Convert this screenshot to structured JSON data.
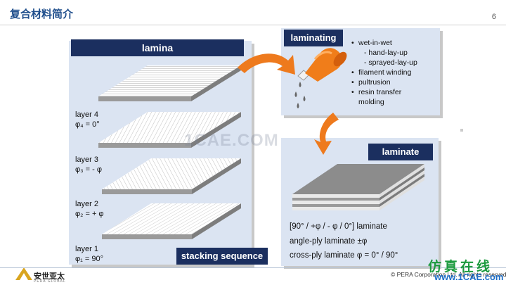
{
  "slide": {
    "title": "复合材料简介",
    "page_number": "6"
  },
  "lamina_panel": {
    "header": "lamina",
    "layers": [
      {
        "name": "layer 4",
        "angle": "φ₄ = 0°"
      },
      {
        "name": "layer 3",
        "angle": "φ₃ = - φ"
      },
      {
        "name": "layer 2",
        "angle": "φ₂ = + φ"
      },
      {
        "name": "layer 1",
        "angle": "φ₁ = 90°"
      }
    ],
    "stacking_label": "stacking sequence"
  },
  "laminating_panel": {
    "header": "laminating",
    "methods": [
      {
        "text": "wet-in-wet",
        "bullet": "•"
      },
      {
        "text": "- hand-lay-up"
      },
      {
        "text": "- sprayed-lay-up"
      },
      {
        "text": "filament winding",
        "bullet": "•"
      },
      {
        "text": "pultrusion",
        "bullet": "•"
      },
      {
        "text": "resin transfer",
        "bullet": "•"
      },
      {
        "text": "molding"
      }
    ]
  },
  "laminate_panel": {
    "header": "laminate",
    "formulas": [
      "[90° / +φ / - φ / 0°] laminate",
      "angle-ply laminate ±φ",
      "cross-ply laminate φ = 0° / 90°"
    ]
  },
  "watermark": "1CAE.COM",
  "footer": {
    "copyright": "© PERA Corporation Ltd. All rights reserved.",
    "logo_text": "安世亚太",
    "logo_sub": "PERA GLOBAL",
    "site_name": "仿真在线",
    "site_url": "www.1CAE.com"
  },
  "colors": {
    "header_bg": "#1b2f5f",
    "panel_bg": "#dbe4f2",
    "arrow": "#ee7a1d",
    "title": "#1f4e8c"
  }
}
